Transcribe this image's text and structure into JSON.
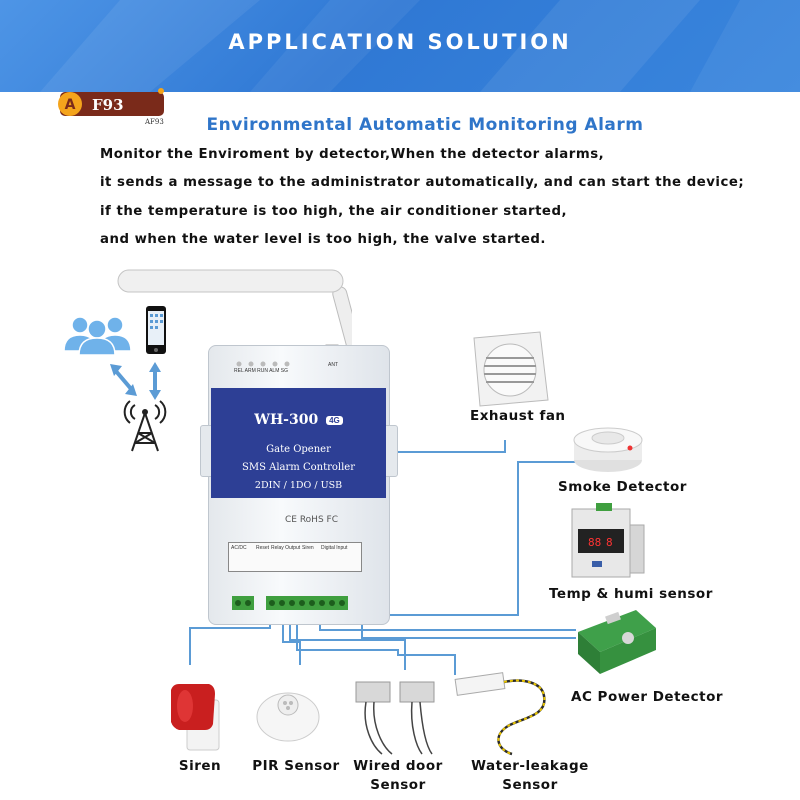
{
  "banner": {
    "title": "APPLICATION SOLUTION"
  },
  "shop_logo": {
    "badge": "A",
    "text": "F93",
    "subtext": "AF93"
  },
  "heading": "Environmental Automatic Monitoring Alarm",
  "description": [
    "Monitor the Enviroment by detector,When the detector alarms,",
    "it sends a message to the administrator automatically, and can start the device;",
    "if the temperature is too high, the air conditioner started,",
    "and when the water level is too high, the valve started."
  ],
  "device": {
    "model": "WH-300",
    "badge": "4G",
    "line1": "Gate Opener",
    "line2": "SMS Alarm Controller",
    "line3": "2DIN / 1DO / USB",
    "certs": "CE RoHS FC",
    "leds": "REL  ARM  RUN  ALM  SG",
    "ant": "ANT",
    "ports": [
      "AC/DC",
      "Reset",
      "Relay Output",
      "Siren",
      "Digital Input"
    ]
  },
  "outputs": [
    {
      "label": "Exhaust fan",
      "icon": "exhaust-fan-icon"
    }
  ],
  "inputs_right": [
    {
      "label": "Smoke Detector",
      "icon": "smoke-detector-icon"
    },
    {
      "label": "Temp & humi sensor",
      "icon": "temp-humi-sensor-icon"
    },
    {
      "label": "AC Power Detector",
      "icon": "ac-power-detector-icon"
    }
  ],
  "inputs_bottom": [
    {
      "label": "Siren",
      "icon": "siren-icon"
    },
    {
      "label": "PIR Sensor",
      "icon": "pir-sensor-icon"
    },
    {
      "label": "Wired door Sensor",
      "line1": "Wired door",
      "line2": "Sensor",
      "icon": "door-sensor-icon"
    },
    {
      "label": "Water-leakage Sensor",
      "line1": "Water-leakage",
      "line2": "Sensor",
      "icon": "water-leak-sensor-icon"
    }
  ],
  "colors": {
    "banner": "#3a86dd",
    "heading": "#2f75c9",
    "wire": "#5b9bd5",
    "panel": "#2d3f95",
    "terminal": "#3f9f3f"
  }
}
